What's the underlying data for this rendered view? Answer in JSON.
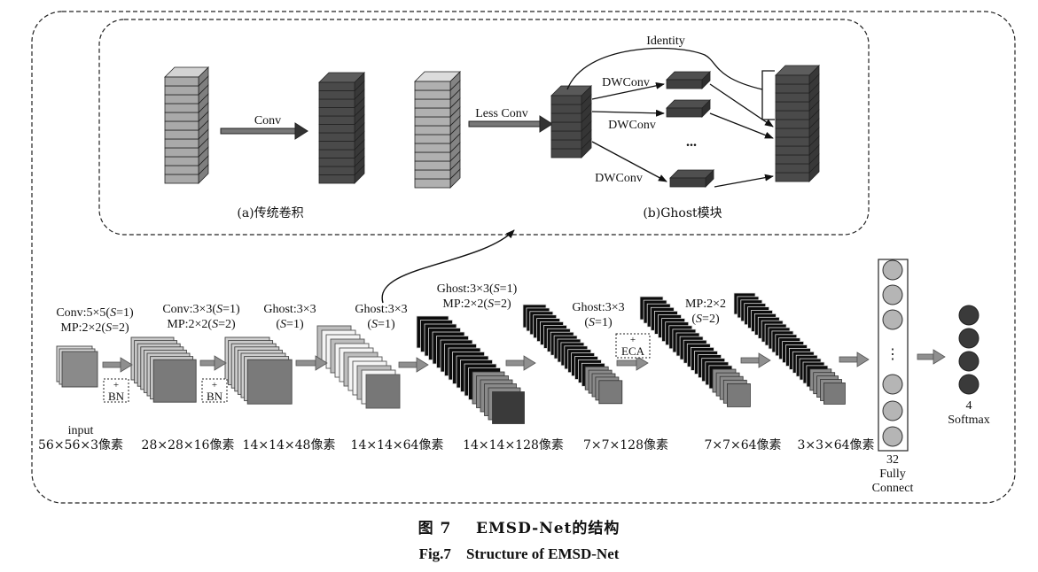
{
  "panel_a": {
    "conv_label": "Conv",
    "caption": "(a)传统卷积"
  },
  "panel_b": {
    "less_conv_label": "Less Conv",
    "identity_label": "Identity",
    "dwconv_labels": [
      "DWConv",
      "DWConv",
      "DWConv"
    ],
    "ellipsis": "...",
    "caption": "(b)Ghost模块"
  },
  "stages": [
    {
      "op_line1": "Conv:5×5(",
      "op_s1": "S",
      "op_end1": "=1)",
      "op_line2": "MP:2×2(",
      "op_s2": "S",
      "op_end2": "=2)",
      "badge": "BN",
      "top_label": "input",
      "size_label": "56×56×3像素"
    },
    {
      "op_line1": "Conv:3×3(",
      "op_s1": "S",
      "op_end1": "=1)",
      "op_line2": "MP:2×2(",
      "op_s2": "S",
      "op_end2": "=2)",
      "badge": "BN",
      "size_label": "28×28×16像素"
    },
    {
      "op_line1": "Ghost:3×3",
      "op_line2": "(",
      "op_s2": "S",
      "op_end2": "=1)",
      "size_label": "14×14×48像素"
    },
    {
      "op_line1": "Ghost:3×3",
      "op_line2": "(",
      "op_s2": "S",
      "op_end2": "=1)",
      "size_label": "14×14×64像素"
    },
    {
      "op_line1": "Ghost:3×3(",
      "op_s1": "S",
      "op_end1": "=1)",
      "op_line2": "MP:2×2(",
      "op_s2": "S",
      "op_end2": "=2)",
      "size_label": "14×14×128像素"
    },
    {
      "op_line1": "Ghost:3×3",
      "op_line2": "(",
      "op_s2": "S",
      "op_end2": "=1)",
      "badge": "ECA",
      "size_label": "7×7×128像素"
    },
    {
      "op_line1": "MP:2×2",
      "op_line2": "(",
      "op_s2": "S",
      "op_end2": "=2)",
      "size_label": "7×7×64像素"
    },
    {
      "size_label": "3×3×64像素"
    }
  ],
  "fully_connect": {
    "count": "32",
    "line1": "Fully",
    "line2": "Connect",
    "ellipsis": "⋮"
  },
  "softmax": {
    "count": "4",
    "label": "Softmax"
  },
  "caption": {
    "cn_fig": "图 7",
    "cn_title": "EMSD-Net的结构",
    "en_fig": "Fig.7",
    "en_title": "Structure of EMSD-Net"
  }
}
